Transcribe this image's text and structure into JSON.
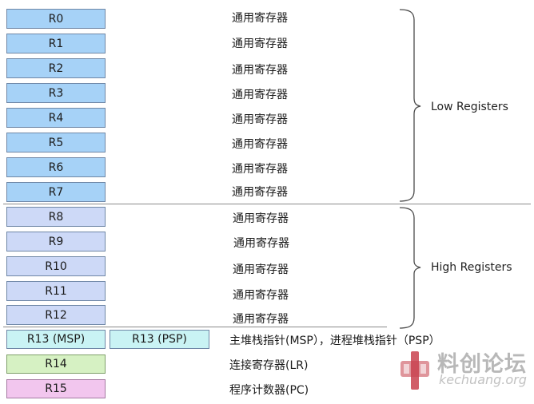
{
  "registers": [
    {
      "label": "R0",
      "desc": "通用寄存器"
    },
    {
      "label": "R1",
      "desc": "通用寄存器"
    },
    {
      "label": "R2",
      "desc": "通用寄存器"
    },
    {
      "label": "R3",
      "desc": "通用寄存器"
    },
    {
      "label": "R4",
      "desc": "通用寄存器"
    },
    {
      "label": "R5",
      "desc": "通用寄存器"
    },
    {
      "label": "R6",
      "desc": "通用寄存器"
    },
    {
      "label": "R7",
      "desc": "通用寄存器"
    },
    {
      "label": "R8",
      "desc": "通用寄存器"
    },
    {
      "label": "R9",
      "desc": "通用寄存器"
    },
    {
      "label": "R10",
      "desc": "通用寄存器"
    },
    {
      "label": "R11",
      "desc": "通用寄存器"
    },
    {
      "label": "R12",
      "desc": "通用寄存器"
    }
  ],
  "r13": {
    "msp": "R13 (MSP)",
    "psp": "R13 (PSP)",
    "desc": "主堆栈指针(MSP），进程堆栈指针（PSP）"
  },
  "r14": {
    "label": "R14",
    "desc": "连接寄存器(LR)"
  },
  "r15": {
    "label": "R15",
    "desc": "程序计数器(PC)"
  },
  "groups": {
    "low": "Low Registers",
    "high": "High Registers"
  },
  "watermark": {
    "title": "料创论坛",
    "sub": "kechuang.org"
  },
  "colors": {
    "low": "#a6d2f7",
    "high": "#cdd9f7",
    "r13": "#c9f3f4",
    "r14": "#d6f1c3",
    "r15": "#f2c6ee"
  }
}
